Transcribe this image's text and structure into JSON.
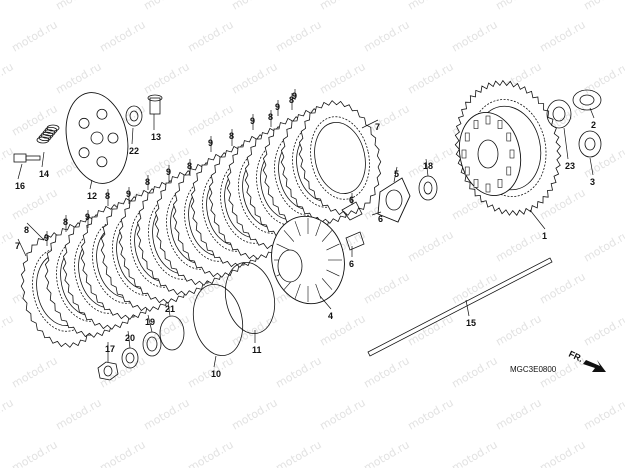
{
  "watermark": "motod.ru",
  "diagram_code": "MGC3E0800",
  "front_indicator": "FR.",
  "callouts": [
    "1",
    "2",
    "3",
    "4",
    "5",
    "6",
    "6",
    "6",
    "7",
    "7",
    "8",
    "8",
    "8",
    "8",
    "8",
    "8",
    "8",
    "8",
    "9",
    "9",
    "9",
    "9",
    "9",
    "9",
    "9",
    "9",
    "10",
    "11",
    "12",
    "13",
    "14",
    "15",
    "16",
    "17",
    "18",
    "19",
    "20",
    "21",
    "22",
    "23"
  ],
  "colors": {
    "line": "#111111",
    "watermark": "#e2e2e2",
    "background": "#ffffff"
  }
}
